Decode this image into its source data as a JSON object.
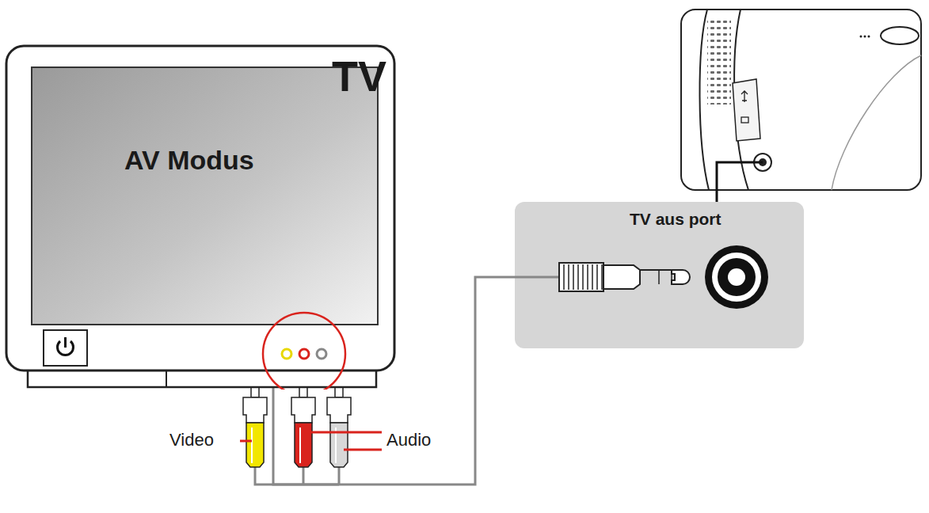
{
  "diagram": {
    "nodes": [
      {
        "text": [
          "TV",
          "AV Modus"
        ]
      },
      {
        "text": [
          "TV aus port"
        ]
      }
    ],
    "edges": [
      {
        "from": 0,
        "to": 1,
        "arrow": "none"
      }
    ],
    "labels": [
      "Video",
      "Audio"
    ]
  }
}
